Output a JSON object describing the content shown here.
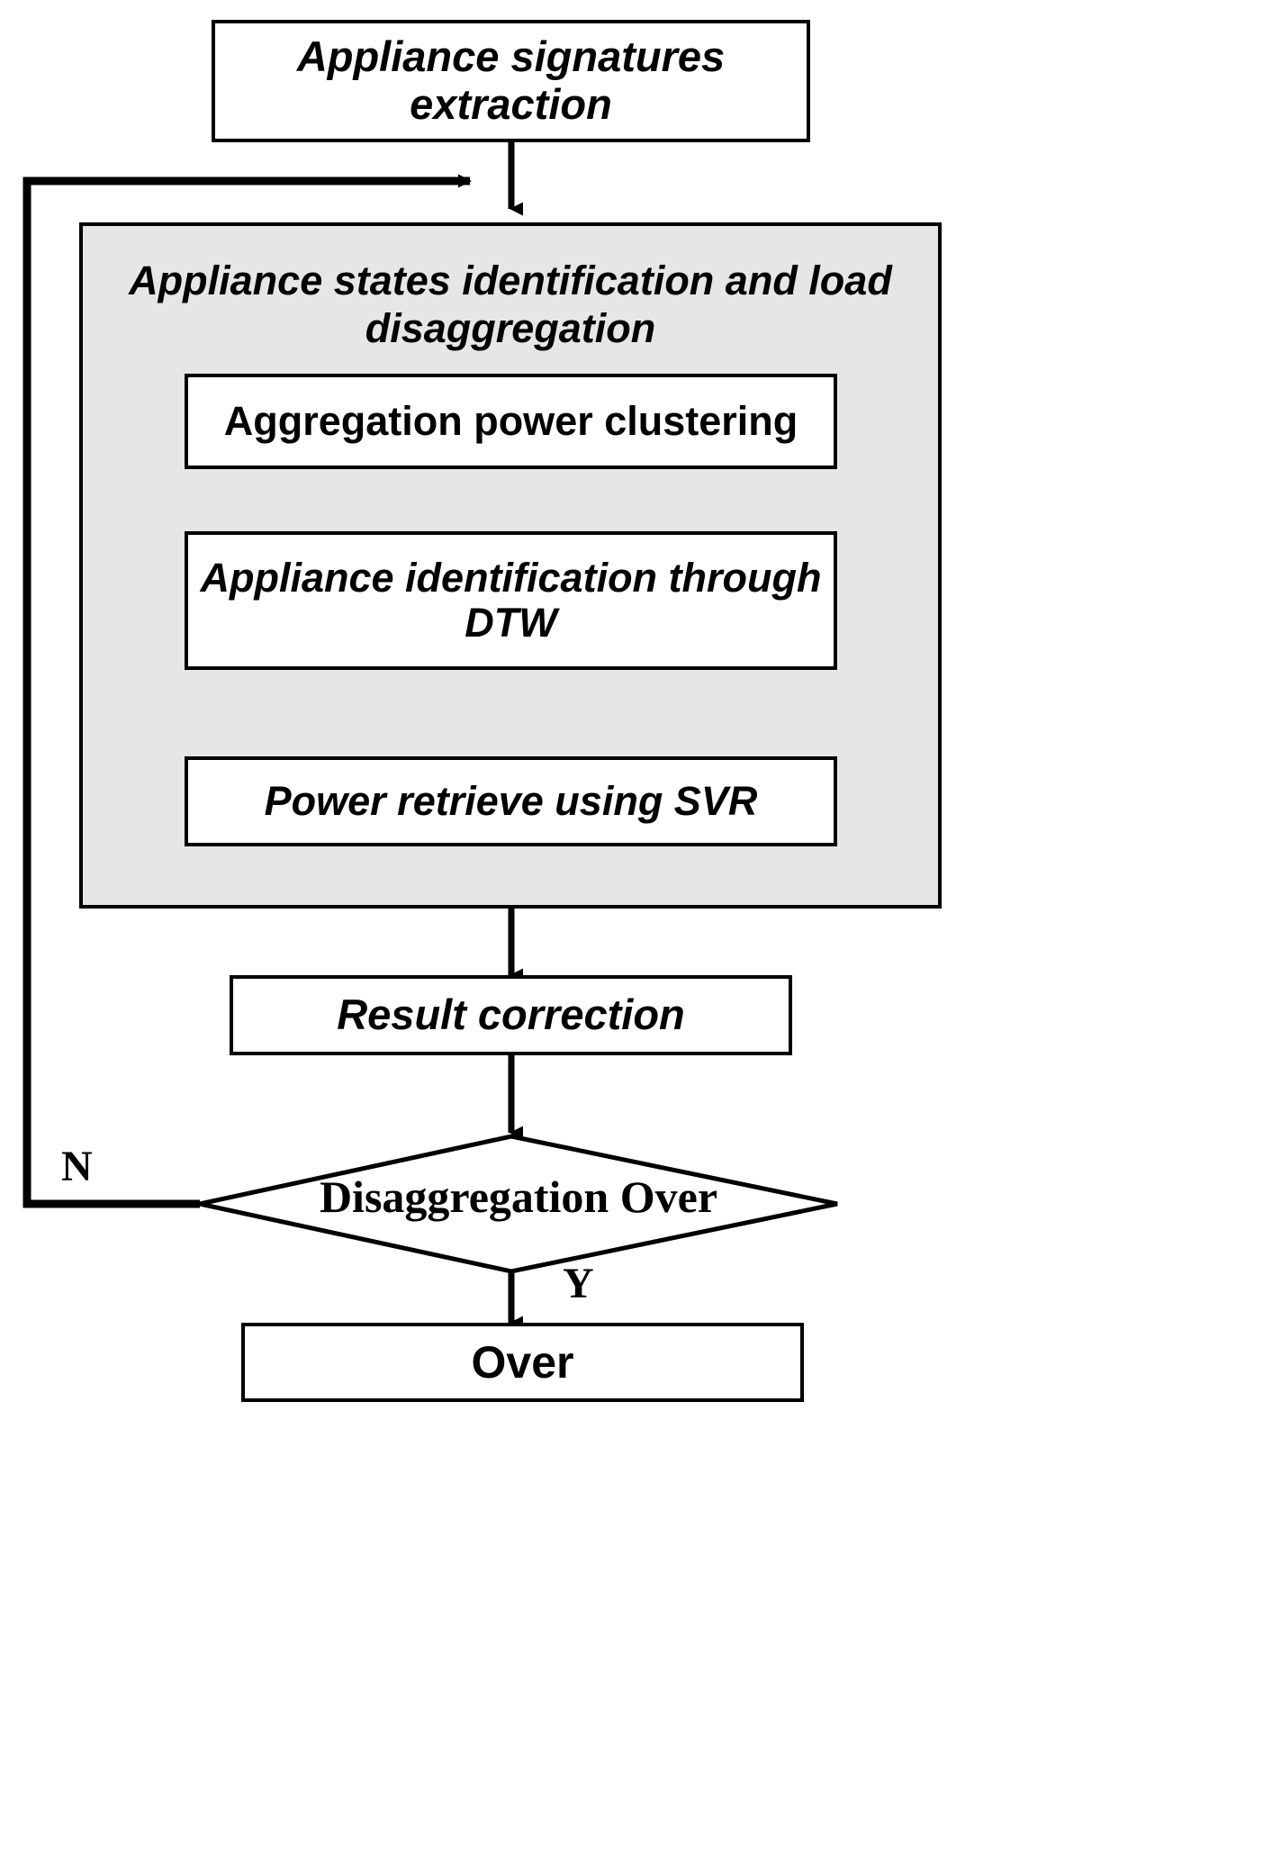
{
  "diagram": {
    "title": "Appliance load disaggregation flowchart",
    "background_color": "#ffffff",
    "line_color": "#000000",
    "group_fill_color": "#e6e6e6"
  },
  "nodes": {
    "start": {
      "label": "Appliance signatures extraction",
      "shape": "rectangle",
      "style": "bold-italic"
    },
    "group": {
      "label": "Appliance states identification and load disaggregation",
      "shape": "container",
      "style": "bold-italic"
    },
    "clustering": {
      "label": "Aggregation power clustering",
      "shape": "rectangle",
      "style": "bold-upright"
    },
    "dtw": {
      "label": "Appliance identification through DTW",
      "shape": "rectangle",
      "style": "bold-italic"
    },
    "svr": {
      "label": "Power retrieve using SVR",
      "shape": "rectangle",
      "style": "bold-italic"
    },
    "correction": {
      "label": "Result correction",
      "shape": "rectangle",
      "style": "bold-italic"
    },
    "decision": {
      "label": "Disaggregation Over",
      "shape": "diamond",
      "style": "bold-serif"
    },
    "over": {
      "label": "Over",
      "shape": "rectangle",
      "style": "bold-upright"
    }
  },
  "edge_labels": {
    "no_branch": "N",
    "yes_branch": "Y"
  }
}
